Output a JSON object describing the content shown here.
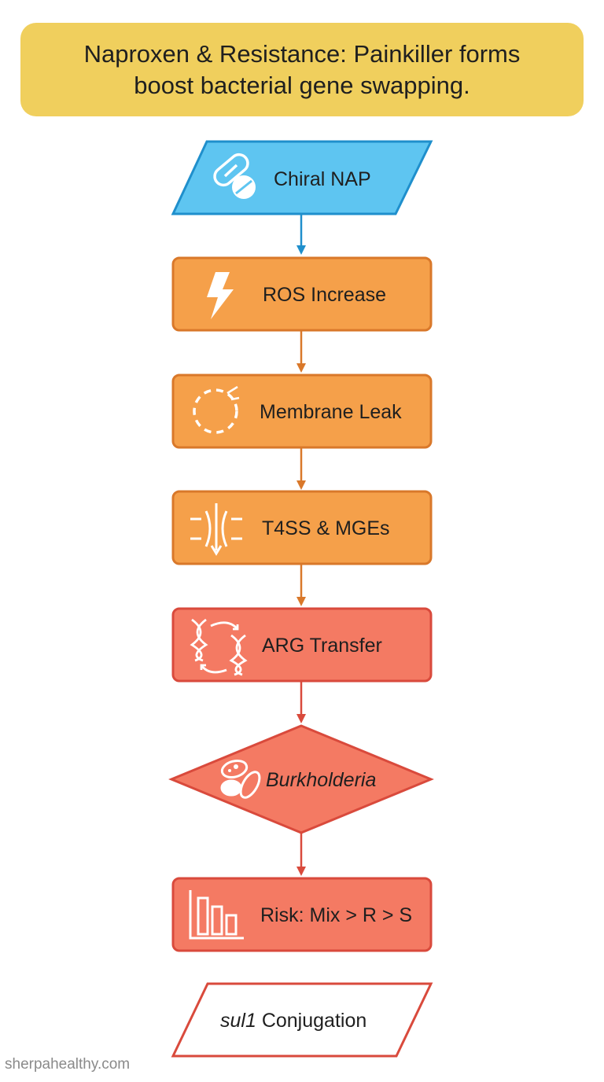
{
  "title": "Naproxen & Resistance: Painkiller forms boost bacterial gene swapping.",
  "colors": {
    "title_bg": "#f0cf5d",
    "blue_fill": "#5ec5f1",
    "blue_stroke": "#1f8fcc",
    "orange_fill": "#f5a04a",
    "orange_stroke": "#d9782a",
    "red_fill": "#f47a63",
    "red_stroke": "#d94a3c",
    "white_fill": "#ffffff"
  },
  "nodes": [
    {
      "id": "chiral-nap",
      "label": "Chiral NAP",
      "shape": "parallelogram",
      "icon": "pill-icon"
    },
    {
      "id": "ros-increase",
      "label": "ROS Increase",
      "shape": "rounded-rect",
      "icon": "lightning-icon"
    },
    {
      "id": "membrane-leak",
      "label": "Membrane Leak",
      "shape": "rounded-rect",
      "icon": "dashed-circle-icon"
    },
    {
      "id": "t4ss-mges",
      "label": "T4SS & MGEs",
      "shape": "rounded-rect",
      "icon": "membrane-channel-icon"
    },
    {
      "id": "arg-transfer",
      "label": "ARG Transfer",
      "shape": "rounded-rect",
      "icon": "dna-swap-icon"
    },
    {
      "id": "burkholderia",
      "label": "Burkholderia",
      "shape": "diamond",
      "icon": "bacteria-icon"
    },
    {
      "id": "risk",
      "label": "Risk: Mix > R > S",
      "shape": "rounded-rect",
      "icon": "bar-chart-icon"
    },
    {
      "id": "sul1",
      "label_italic": "sul1",
      "label_rest": " Conjugation",
      "shape": "parallelogram",
      "icon": ""
    }
  ],
  "watermark": "sherpahealthy.com"
}
